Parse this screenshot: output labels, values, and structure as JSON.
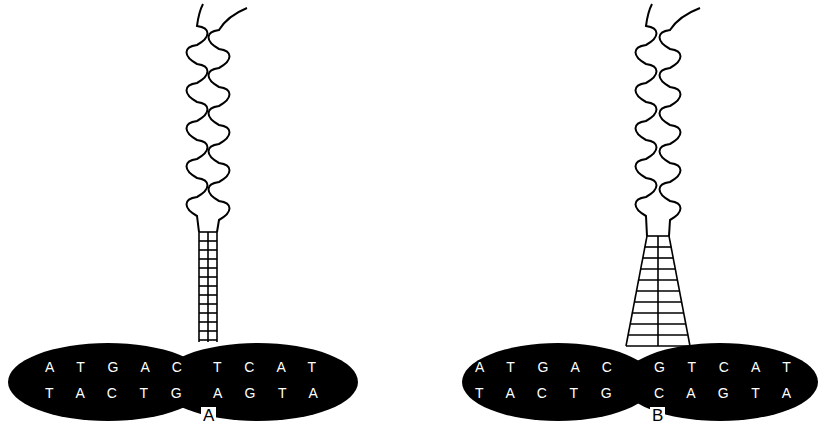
{
  "diagram": {
    "nodes": [
      {
        "text": [
          "A T G A C",
          "T A C T G"
        ]
      },
      {
        "text": [
          "T C A T",
          "A G T A"
        ]
      },
      {
        "text": [
          "A T G A C",
          "T A C T G"
        ]
      },
      {
        "text": [
          "G T C A T",
          "C A G T A"
        ]
      }
    ],
    "labels": [
      "A",
      "B"
    ]
  }
}
